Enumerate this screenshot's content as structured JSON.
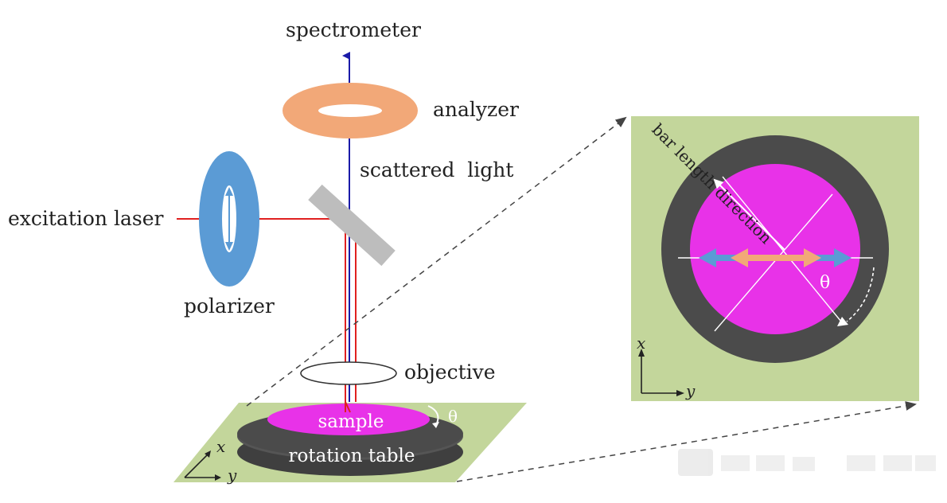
{
  "labels": {
    "spectrometer": "spectrometer",
    "analyzer": "analyzer",
    "scattered_light": "scattered  light",
    "excitation_laser": "excitation laser",
    "polarizer": "polarizer",
    "objective": "objective",
    "sample": "sample",
    "rotation_table": "rotation table",
    "theta_main": "θ",
    "axis_x": "x",
    "axis_y": "y"
  },
  "inset": {
    "bar_length_direction": "bar length direction",
    "theta": "θ",
    "axis_x": "x",
    "axis_y": "y"
  },
  "colors": {
    "laser": "#e02020",
    "scattered": "#1a1aa8",
    "analyzer": "#f2a878",
    "polarizer": "#5b9bd5",
    "sample": "#e832e8",
    "rotation_table": "#4b4b4b",
    "stage_base": "#c3d69b",
    "inset_bg": "#c3d69b",
    "bar_arrow_orange": "#f2a878",
    "bar_arrow_blue": "#5b9bd5"
  }
}
